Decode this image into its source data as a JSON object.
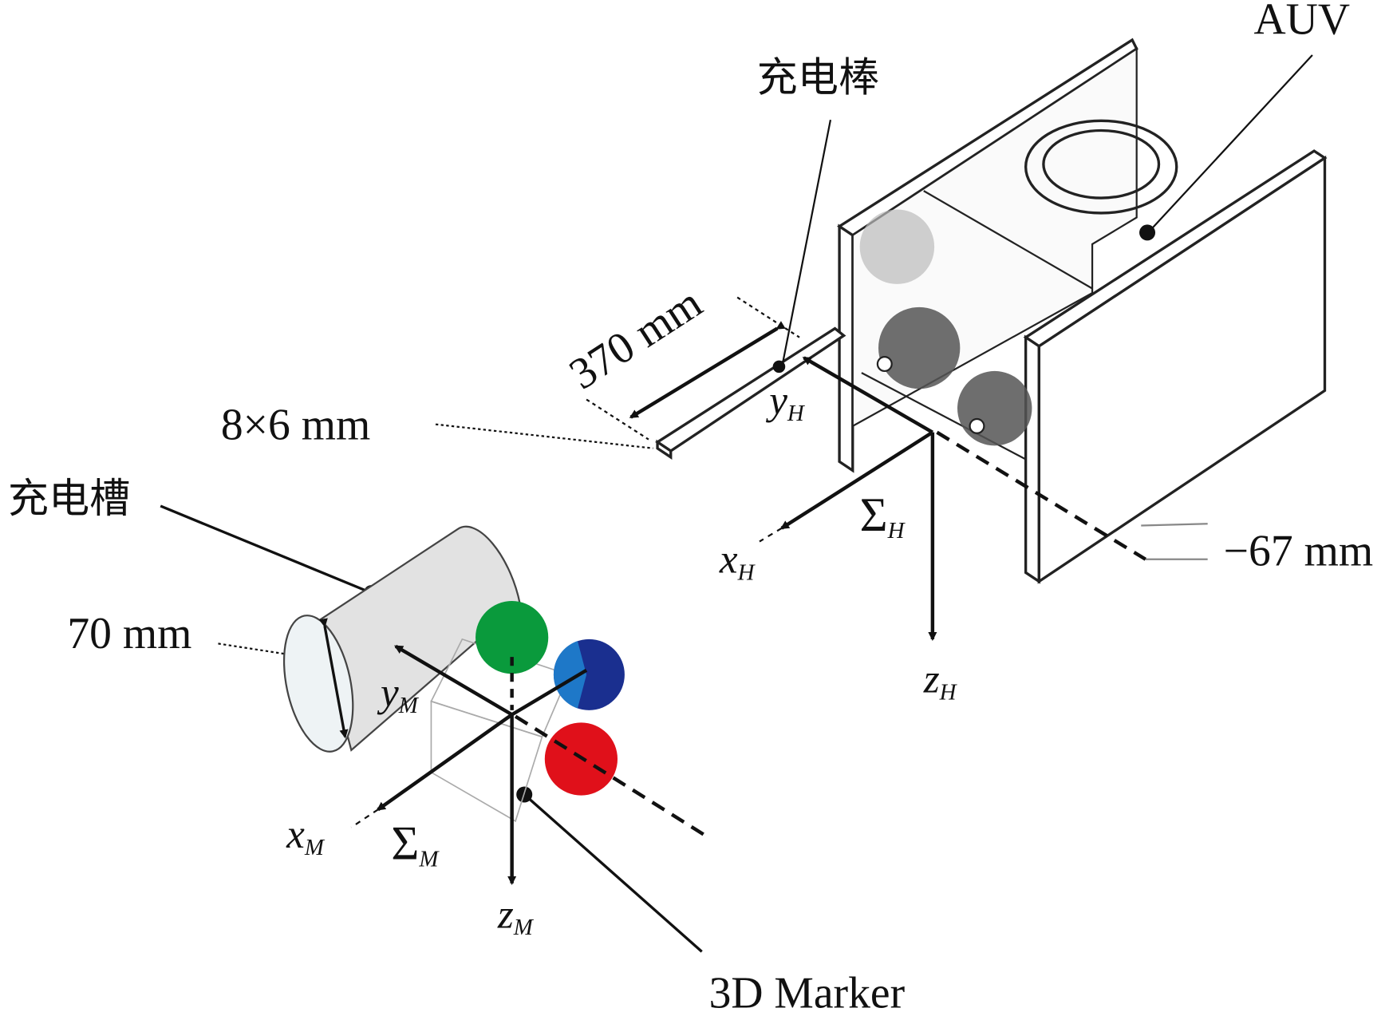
{
  "labels": {
    "auv": "AUV",
    "charging_rod": "充电棒",
    "rod_length": "370 mm",
    "rod_section": "8×6 mm",
    "charging_slot": "充电槽",
    "slot_diameter": "70 mm",
    "offset": "−67 mm",
    "marker": "3D Marker"
  },
  "frames": {
    "H": {
      "x": "x",
      "y": "y",
      "z": "z",
      "sigma": "Σ",
      "sub": "H"
    },
    "M": {
      "x": "x",
      "y": "y",
      "z": "z",
      "sigma": "Σ",
      "sub": "M"
    }
  },
  "colors": {
    "green": "#0a9a3c",
    "blue": "#1a2f8f",
    "light_blue": "#1e78c8",
    "red": "#e0101a"
  }
}
